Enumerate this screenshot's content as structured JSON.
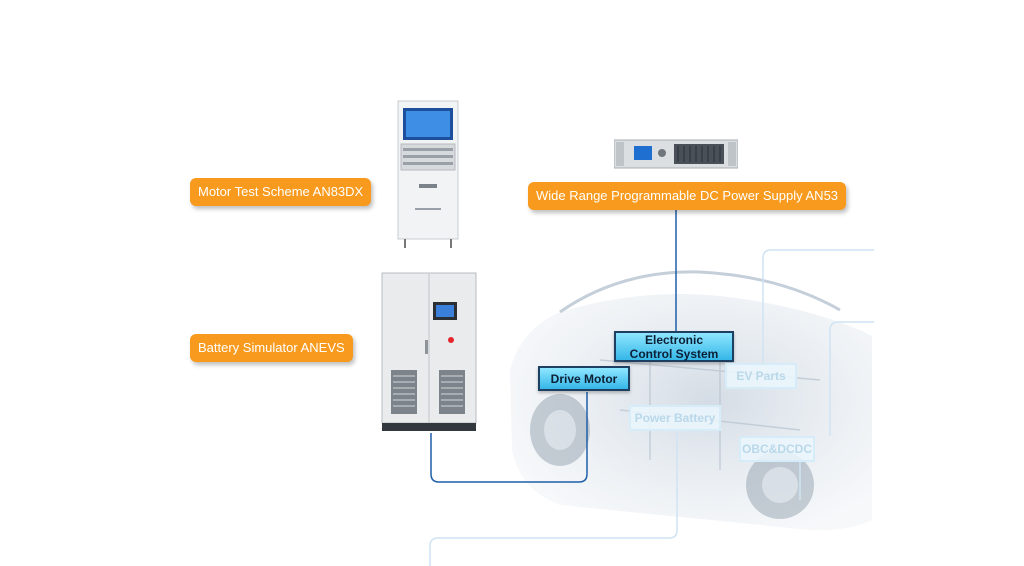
{
  "labels": {
    "motor_test": "Motor Test Scheme AN83DX",
    "power_supply": "Wide Range Programmable DC Power Supply AN53",
    "battery_sim": "Battery Simulator ANEVS"
  },
  "blocks": {
    "ecs_line1": "Electronic",
    "ecs_line2": "Control System",
    "drive_motor": "Drive Motor",
    "ev_parts": "EV Parts",
    "power_battery": "Power Battery",
    "obc_dcdc": "OBC&DCDC"
  },
  "colors": {
    "orange": "#f79a1d",
    "blue_block": "#35b7e8",
    "connector": "#1f5fa8",
    "faint_connector": "#cfe4f3"
  }
}
